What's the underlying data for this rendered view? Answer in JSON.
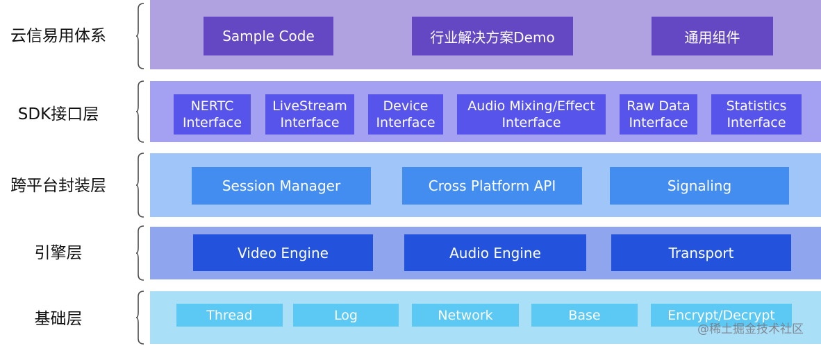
{
  "colors": {
    "band_ecosystem": "#b0a2e0",
    "box_ecosystem": "#6447c2",
    "band_sdk": "#a4a1f3",
    "box_sdk": "#5754ec",
    "band_platform": "#a0c6f9",
    "box_platform": "#438cf0",
    "band_engine": "#8fa6ee",
    "box_engine": "#2353dc",
    "band_base": "#a9e0f8",
    "box_base": "#5cc8f4"
  },
  "layers": [
    {
      "label": "云信易用体系",
      "boxes": [
        "Sample Code",
        "行业解决方案Demo",
        "通用组件"
      ]
    },
    {
      "label": "SDK接口层",
      "boxes": [
        [
          "NERTC",
          "Interface"
        ],
        [
          "LiveStream",
          "Interface"
        ],
        [
          "Device",
          "Interface"
        ],
        [
          "Audio Mixing/Effect",
          "Interface"
        ],
        [
          "Raw Data",
          "Interface"
        ],
        [
          "Statistics",
          "Interface"
        ]
      ]
    },
    {
      "label": "跨平台封装层",
      "boxes": [
        "Session Manager",
        "Cross Platform API",
        "Signaling"
      ]
    },
    {
      "label": "引擎层",
      "boxes": [
        "Video Engine",
        "Audio Engine",
        "Transport"
      ]
    },
    {
      "label": "基础层",
      "boxes": [
        "Thread",
        "Log",
        "Network",
        "Base",
        "Encrypt/Decrypt"
      ]
    }
  ],
  "watermark": "@稀土掘金技术社区"
}
